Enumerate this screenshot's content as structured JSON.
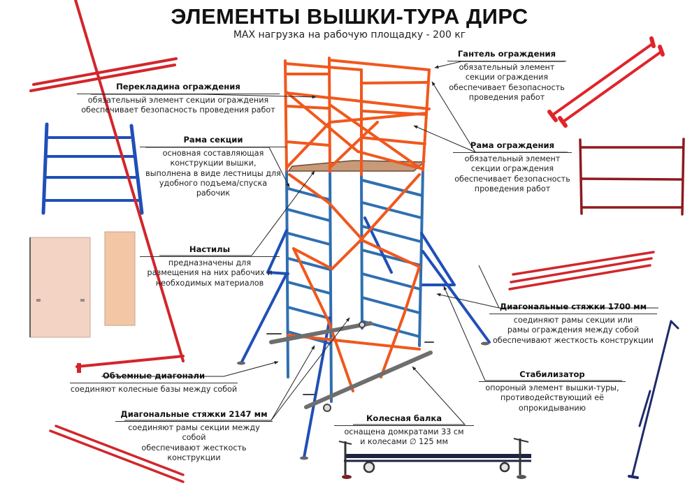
{
  "header": {
    "title": "ЭЛЕМЕНТЫ ВЫШКИ-ТУРА ДИРС",
    "subtitle": "MAX нагрузка на рабочую площадку - 200 кг"
  },
  "colors": {
    "orange_frame": "#f0581d",
    "blue_frame": "#2f6fb0",
    "red_parts": "#d2262b",
    "dark_red_frame": "#8e1a1f",
    "navy_stabilizer": "#1f2a6b",
    "plywood": "#f2cdb4",
    "deck": "#c89a78",
    "wheel_beam": "#6e6e6e",
    "leader_line": "#222222"
  },
  "callouts": [
    {
      "id": "gantel",
      "title": "Гантель ограждения",
      "desc": "обязательный элемент\nсекции ограждения\nобеспечивает безопасность\nпроведения работ"
    },
    {
      "id": "perekladina",
      "title": "Перекладина ограждения",
      "desc": "обязательный элемент секции ограждения\nобеспечивает безопасность проведения работ"
    },
    {
      "id": "rama-sekcii",
      "title": "Рама секции",
      "desc": "основная составляющая\nконструкции вышки,\nвыполнена в виде лестницы для\nудобного подъема/спуска\nрабочик"
    },
    {
      "id": "rama-ograzhdeniya",
      "title": "Рама ограждения",
      "desc": "обязательный элемент\nсекции ограждения\nобеспечивает безопасность\nпроведения работ"
    },
    {
      "id": "nastily",
      "title": "Настилы",
      "desc": "предназначены для\nразмещения на них рабочих и\nнеобходимых материалов"
    },
    {
      "id": "diag-1700",
      "title": "Диагональные стяжки 1700 мм",
      "desc": "соединяют рамы секции или\nрамы ограждения между собой\nобеспечивают жесткость конструкции"
    },
    {
      "id": "stabilizator",
      "title": "Стабилизатор",
      "desc": "опороный элемент вышки-туры,\nпротиводействующий её\nопрокидыванию"
    },
    {
      "id": "obemnye",
      "title": "Объемные диагонали",
      "desc": "соединяют колесные базы между собой"
    },
    {
      "id": "diag-2147",
      "title": "Диагональные стяжки 2147 мм",
      "desc": "соединяют рамы секции между собой\nобеспечивают жесткость конструкции"
    },
    {
      "id": "kolesnaya",
      "title": "Колесная балка",
      "desc": "оснащена домкратами 33 см\nи колесами ∅ 125 мм"
    }
  ]
}
